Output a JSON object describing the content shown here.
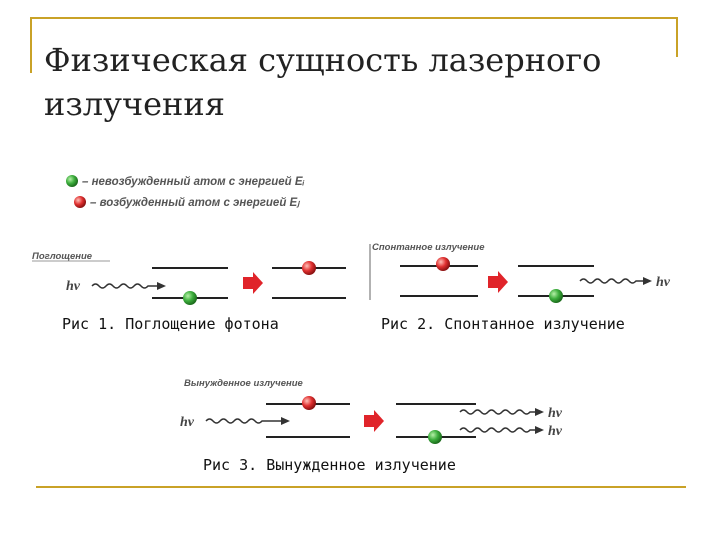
{
  "title": "Физическая сущность лазерного излучения",
  "legend": {
    "unexcited": "– невозбужденный атом с энергией Eᵢ",
    "excited": "– возбужденный атом с энергией Eⱼ"
  },
  "photon_label": "hν",
  "panels": {
    "absorption": {
      "label": "Поглощение",
      "caption": "Рис 1. Поглощение фотона"
    },
    "spontaneous": {
      "label": "Спонтанное излучение",
      "caption": "Рис 2. Спонтанное излучение"
    },
    "stimulated": {
      "label": "Вынужденное излучение",
      "caption": "Рис 3. Вынужденное излучение"
    }
  },
  "colors": {
    "frame": "#c9a227",
    "excited_atom": "#e03030",
    "unexcited_atom": "#3cad3c",
    "arrow": "#e0242a"
  }
}
